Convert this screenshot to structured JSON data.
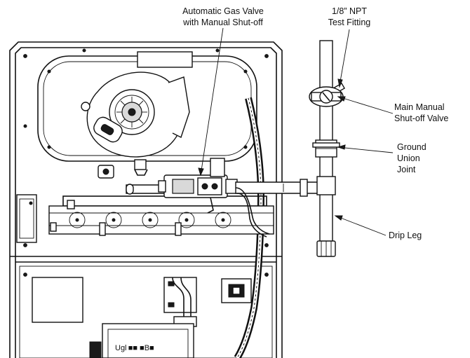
{
  "labels": {
    "gas_valve_line1": "Automatic Gas Valve",
    "gas_valve_line2": "with Manual Shut-off",
    "npt_line1": "1/8” NPT",
    "npt_line2": "Test Fitting",
    "main_valve_line1": "Main Manual",
    "main_valve_line2": "Shut-off Valve",
    "union_line1": "Ground",
    "union_line2": "Union",
    "union_line3": "Joint",
    "drip_leg": "Drip Leg"
  },
  "control_board_text": "Ugl ■■ ■B■"
}
